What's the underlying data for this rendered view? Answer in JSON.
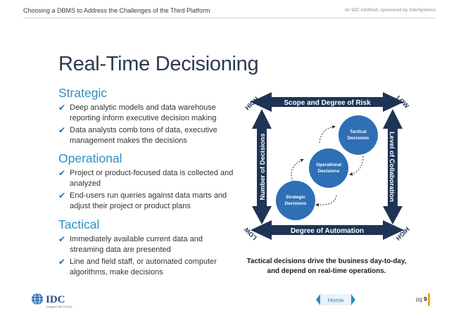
{
  "header": {
    "doc_title": "Choosing a DBMS to Address the Challenges of the Third Platform",
    "sponsor": "An IDC InfoBrief, sponsored by InterSystems"
  },
  "page_title": "Real-Time Decisioning",
  "sections": [
    {
      "heading": "Strategic",
      "bullets": [
        "Deep analytic models and data warehouse reporting inform executive decision making",
        "Data analysts comb tons of data, executive management makes the decisions"
      ]
    },
    {
      "heading": "Operational",
      "bullets": [
        "Project or product-focused data is collected and analyzed",
        "End-users run queries against data marts and adjust their project or product plans"
      ]
    },
    {
      "heading": "Tactical",
      "bullets": [
        "Immediately available current data and streaming data are presented",
        "Line and field staff, or automated computer algorithms, make decisions"
      ]
    }
  ],
  "diagram": {
    "top_arrow": "Scope and Degree of Risk",
    "bottom_arrow": "Degree of Automation",
    "left_arrow": "Number of Decisions",
    "right_arrow": "Level of Collaboration",
    "corner_top_left": "HIGH",
    "corner_top_right": "LOW",
    "corner_bottom_left": "LOW",
    "corner_bottom_right": "HIGH",
    "circle_strategic": [
      "Strategic",
      "Decisions"
    ],
    "circle_operational": [
      "Operational",
      "Decisions"
    ],
    "circle_tactical": [
      "Tactical",
      "Decisions"
    ]
  },
  "caption": [
    "Tactical decisions drive the business day-to-day,",
    "and depend on real-time operations."
  ],
  "footer": {
    "logo_text": "IDC",
    "logo_tagline": "Analyze the Future",
    "home_label": "Home",
    "page_prefix": "pg",
    "page_number": "9"
  },
  "colors": {
    "arrow_navy": "#1e3456",
    "circle_blue": "#2f6fb5",
    "accent_blue": "#2e8ec2",
    "page_bar": "#f0a11c"
  }
}
